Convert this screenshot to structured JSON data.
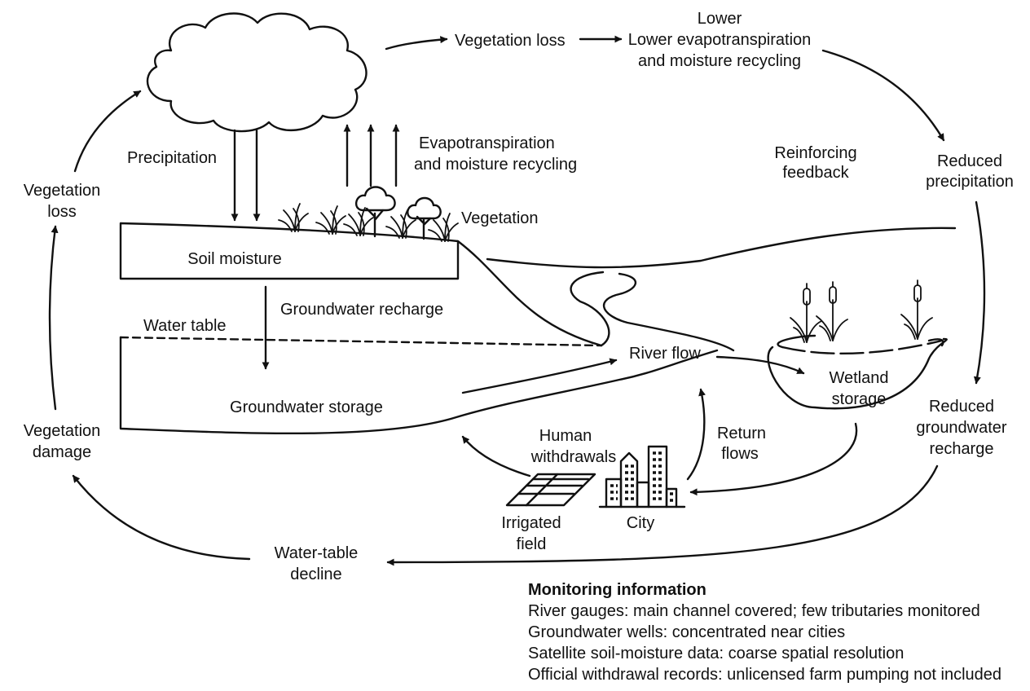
{
  "labels": {
    "vegetation_loss_top": "Vegetation loss",
    "lower_top": "Lower",
    "lower_evap_line1": "Lower evapotranspiration",
    "lower_evap_line2": "and moisture recycling",
    "precipitation": "Precipitation",
    "evap_line1": "Evapotranspiration",
    "evap_line2": "and moisture recycling",
    "reinforcing_line1": "Reinforcing",
    "reinforcing_line2": "feedback",
    "reduced_precip_line1": "Reduced",
    "reduced_precip_line2": "precipitation",
    "vegetation_loss_left_line1": "Vegetation",
    "vegetation_loss_left_line2": "loss",
    "vegetation": "Vegetation",
    "soil_moisture": "Soil moisture",
    "groundwater_recharge": "Groundwater recharge",
    "water_table": "Water table",
    "river_flow": "River flow",
    "wetland_line1": "Wetland",
    "wetland_line2": "storage",
    "groundwater_storage": "Groundwater storage",
    "reduced_gw_line1": "Reduced",
    "reduced_gw_line2": "groundwater",
    "reduced_gw_line3": "recharge",
    "vegetation_damage_line1": "Vegetation",
    "vegetation_damage_line2": "damage",
    "human_withdrawals_line1": "Human",
    "human_withdrawals_line2": "withdrawals",
    "return_flows_line1": "Return",
    "return_flows_line2": "flows",
    "irrigated_line1": "Irrigated",
    "irrigated_line2": "field",
    "city": "City",
    "water_table_decline_line1": "Water-table",
    "water_table_decline_line2": "decline"
  },
  "monitoring": {
    "title": "Monitoring information",
    "items": [
      "River gauges: main channel covered; few tributaries monitored",
      "Groundwater wells: concentrated near cities",
      "Satellite soil-moisture data: coarse spatial resolution",
      "Official withdrawal records: unlicensed farm pumping not included"
    ]
  },
  "icons": [
    "cloud-icon",
    "vegetation-icon",
    "tree-icon",
    "cattail-icon",
    "city-icon",
    "irrigated-field-icon"
  ]
}
